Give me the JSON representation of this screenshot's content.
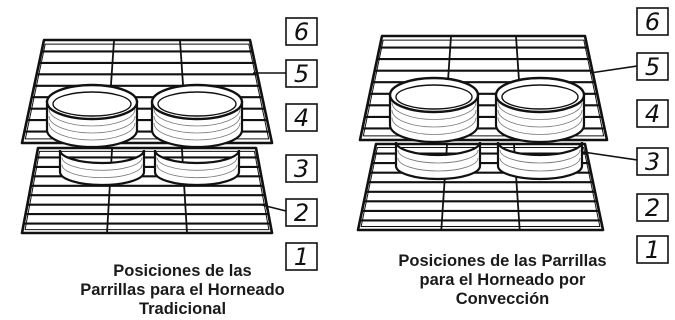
{
  "positions_left": [
    "6",
    "5",
    "4",
    "3",
    "2",
    "1"
  ],
  "positions_right": [
    "6",
    "5",
    "4",
    "3",
    "2",
    "1"
  ],
  "caption_left": [
    "Posiciones de las",
    "Parrillas para el Horneado",
    "Tradicional"
  ],
  "caption_right": [
    "Posiciones de las Parrillas",
    "para el Horneado por",
    "Convección"
  ]
}
